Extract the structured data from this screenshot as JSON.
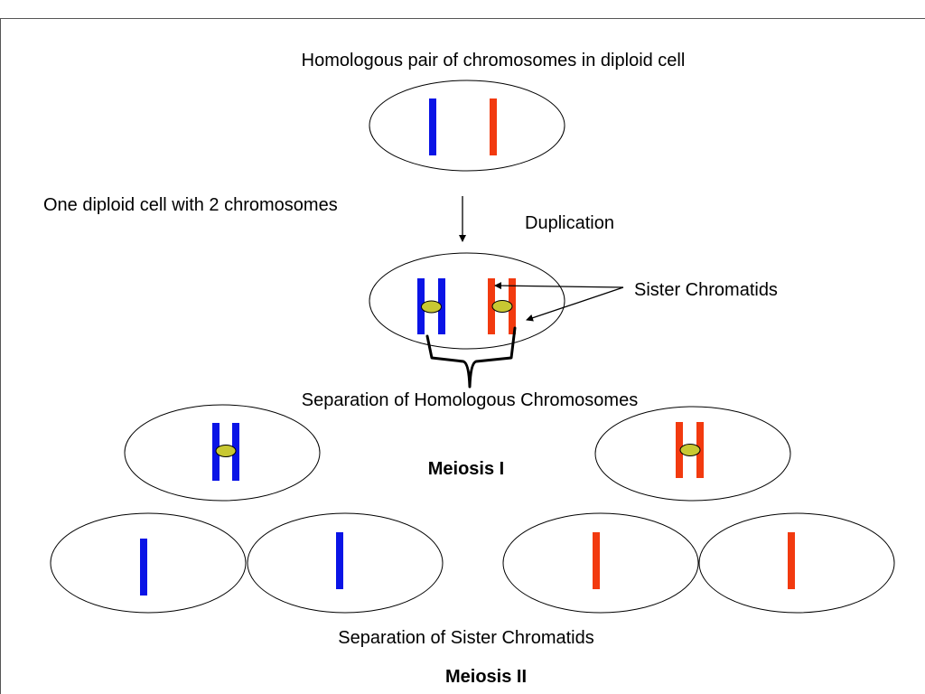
{
  "colors": {
    "homolog_a": "#0a14e6",
    "homolog_b": "#f23a0f",
    "centromere": "#c8c832",
    "outline": "#000000"
  },
  "labels": {
    "top_title": "Homologous pair of chromosomes in diploid cell",
    "diploid_note": "One diploid cell with 2 chromosomes",
    "duplication": "Duplication",
    "sister_chromatids": "Sister Chromatids",
    "homolog_separation": "Separation of Homologous Chromosomes",
    "meiosis_one": "Meiosis I",
    "sister_separation": "Separation of Sister Chromatids",
    "meiosis_two": "Meiosis II"
  }
}
